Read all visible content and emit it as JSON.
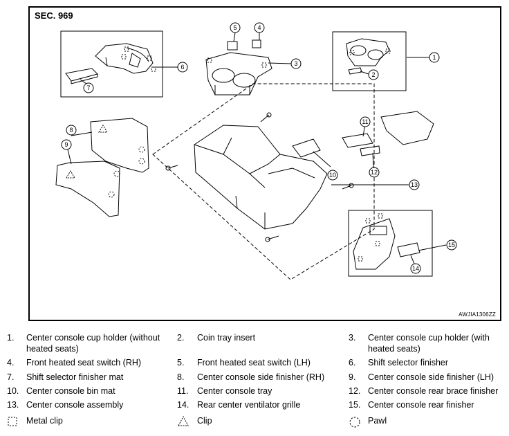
{
  "figure": {
    "section_label": "SEC. 969",
    "figure_code": "AWJIA1306ZZ",
    "callouts": [
      "1",
      "2",
      "3",
      "4",
      "5",
      "6",
      "7",
      "8",
      "9",
      "10",
      "11",
      "12",
      "13",
      "14",
      "15"
    ]
  },
  "legend": {
    "items": [
      {
        "num": "1.",
        "text": "Center console cup holder (without heated seats)",
        "line1": "Center console cup holder (without",
        "line2": "heated seats)"
      },
      {
        "num": "2.",
        "text": "Coin tray insert"
      },
      {
        "num": "3.",
        "text": "Center console cup holder (with heated seats)",
        "line1": "Center console cup holder (with",
        "line2": "heated seats)"
      },
      {
        "num": "4.",
        "text": "Front heated seat switch (RH)"
      },
      {
        "num": "5.",
        "text": "Front heated seat switch (LH)"
      },
      {
        "num": "6.",
        "text": "Shift selector finisher"
      },
      {
        "num": "7.",
        "text": "Shift selector finisher mat"
      },
      {
        "num": "8.",
        "text": "Center console side finisher (RH)"
      },
      {
        "num": "9.",
        "text": "Center console side finisher (LH)"
      },
      {
        "num": "10.",
        "text": "Center console bin mat"
      },
      {
        "num": "11.",
        "text": "Center console tray"
      },
      {
        "num": "12.",
        "text": "Center console rear brace finisher"
      },
      {
        "num": "13.",
        "text": "Center console assembly"
      },
      {
        "num": "14.",
        "text": "Rear center ventilator grille"
      },
      {
        "num": "15.",
        "text": "Center console rear finisher"
      }
    ],
    "symbols": [
      {
        "icon": "metal-clip-icon",
        "label": "Metal clip"
      },
      {
        "icon": "clip-icon",
        "label": "Clip"
      },
      {
        "icon": "pawl-icon",
        "label": "Pawl"
      }
    ]
  }
}
